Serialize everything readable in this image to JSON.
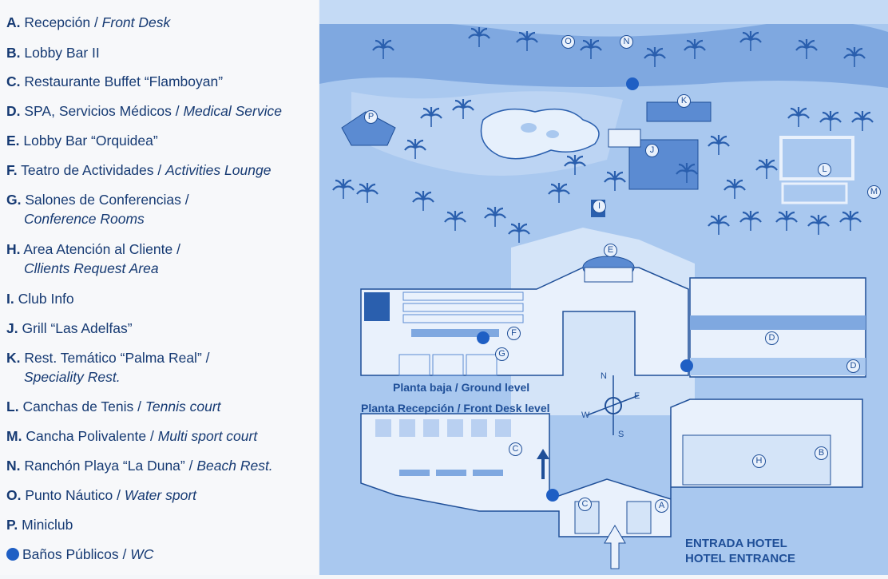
{
  "legend": [
    {
      "code": "A.",
      "es": "Recepción",
      "en": "Front Desk"
    },
    {
      "code": "B.",
      "es": "Lobby Bar II",
      "en": ""
    },
    {
      "code": "C.",
      "es": "Restaurante Buffet “Flamboyan”",
      "en": ""
    },
    {
      "code": "D.",
      "es": "SPA, Servicios Médicos",
      "en": "Medical Service"
    },
    {
      "code": "E.",
      "es": "Lobby Bar “Orquidea”",
      "en": ""
    },
    {
      "code": "F.",
      "es": "Teatro de Actividades",
      "en": "Activities Lounge"
    },
    {
      "code": "G.",
      "es": "Salones de Conferencias",
      "en": "Conference Rooms"
    },
    {
      "code": "H.",
      "es": "Area Atención al Cliente",
      "en": "Cllients Request Area"
    },
    {
      "code": "I.",
      "es": "Club Info",
      "en": ""
    },
    {
      "code": "J.",
      "es": "Grill “Las Adelfas”",
      "en": ""
    },
    {
      "code": "K.",
      "es": "Rest. Temático “Palma Real”",
      "en": "Speciality Rest."
    },
    {
      "code": "L.",
      "es": "Canchas de Tenis",
      "en": "Tennis court"
    },
    {
      "code": "M.",
      "es": "Cancha Polivalente",
      "en": "Multi sport court"
    },
    {
      "code": "N.",
      "es": "Ranchón Playa “La Duna”",
      "en": "Beach Rest."
    },
    {
      "code": "O.",
      "es": "Punto Náutico",
      "en": "Water sport"
    },
    {
      "code": "P.",
      "es": "Miniclub",
      "en": ""
    },
    {
      "code": "",
      "es": "Baños Públicos",
      "en": "WC"
    }
  ],
  "map": {
    "ground_level_label": "Planta baja / Ground level",
    "front_desk_level_label": "Planta Recepción / Front Desk level",
    "entrance_es": "ENTRADA HOTEL",
    "entrance_en": "HOTEL ENTRANCE",
    "compass": {
      "n": "N",
      "s": "S",
      "e": "E",
      "w": "W"
    },
    "markers": [
      "O",
      "N",
      "K",
      "P",
      "J",
      "L",
      "M",
      "I",
      "E",
      "F",
      "G",
      "D",
      "D",
      "C",
      "B",
      "H",
      "C",
      "A"
    ]
  },
  "colors": {
    "map_bg": "#a9c8ef",
    "map_light": "#d4e4f8",
    "building": "#e9f1fc",
    "ink": "#1f4f98",
    "wc": "#1f5fc4",
    "legend_text": "#163a73"
  }
}
